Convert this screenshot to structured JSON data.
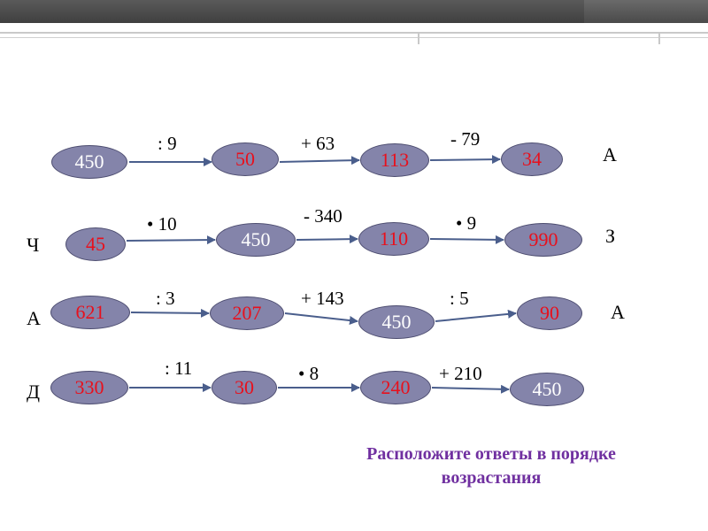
{
  "rows": [
    {
      "letter_left": "",
      "letter_right": "А",
      "nodes": [
        "450",
        "50",
        "113",
        "34"
      ],
      "ops": [
        ": 9",
        "+ 63",
        "- 79"
      ]
    },
    {
      "letter_left": "Ч",
      "letter_right": "З",
      "nodes": [
        "45",
        "450",
        "110",
        "990"
      ],
      "ops": [
        "• 10",
        "- 340",
        "• 9"
      ]
    },
    {
      "letter_left": "А",
      "letter_right": "А",
      "nodes": [
        "621",
        "207",
        "450",
        "90"
      ],
      "ops": [
        ": 3",
        "+ 143",
        ": 5"
      ]
    },
    {
      "letter_left": "Д",
      "letter_right": "",
      "nodes": [
        "330",
        "30",
        "240",
        "450"
      ],
      "ops": [
        ": 11",
        "• 8",
        "+ 210"
      ]
    }
  ],
  "footer": {
    "line1": "Расположите ответы в порядке",
    "line2": "возрастания"
  },
  "colors": {
    "oval_fill": "#8484aa",
    "number_red": "#e8101c",
    "footer_purple": "#7030a0"
  }
}
